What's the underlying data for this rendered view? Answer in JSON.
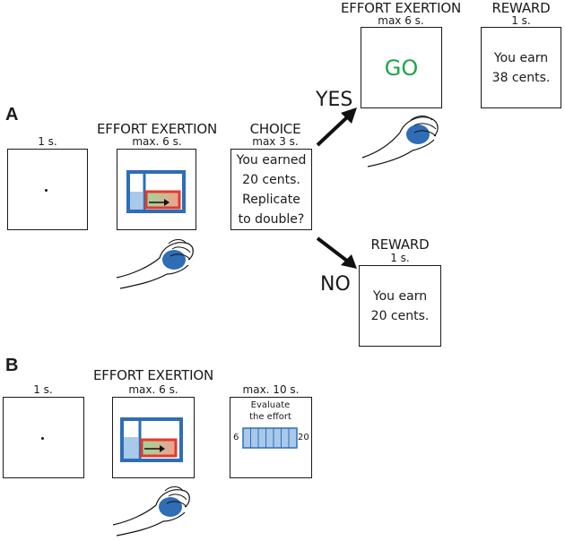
{
  "panel_a": {
    "letter": "A",
    "fixation": {
      "duration": "1 s."
    },
    "effort": {
      "title": "EFFORT EXERTION",
      "duration": "max. 6 s."
    },
    "choice": {
      "title": "CHOICE",
      "duration": "max 3 s.",
      "lines": [
        "You earned",
        "20 cents.",
        "Replicate",
        "to double?"
      ]
    },
    "yes": {
      "label": "YES",
      "effort": {
        "title": "EFFORT EXERTION",
        "duration": "max 6 s.",
        "cue": "GO"
      },
      "reward": {
        "title": "REWARD",
        "duration": "1 s.",
        "lines": [
          "You earn",
          "38 cents."
        ]
      }
    },
    "no": {
      "label": "NO",
      "reward": {
        "title": "REWARD",
        "duration": "1 s.",
        "lines": [
          "You earn",
          "20 cents."
        ]
      }
    }
  },
  "panel_b": {
    "letter": "B",
    "fixation": {
      "duration": "1 s."
    },
    "effort": {
      "title": "EFFORT EXERTION",
      "duration": "max. 6 s."
    },
    "evaluation": {
      "duration": "max. 10 s.",
      "prompt_lines": [
        "Evaluate",
        "the effort"
      ],
      "scale_min": "6",
      "scale_max": "20"
    }
  },
  "colors": {
    "frame_blue": "#2f6db5",
    "bar_blue": "#a9c9ea",
    "gauge_red": "#e03b2f",
    "go_green": "#1fa34a"
  }
}
